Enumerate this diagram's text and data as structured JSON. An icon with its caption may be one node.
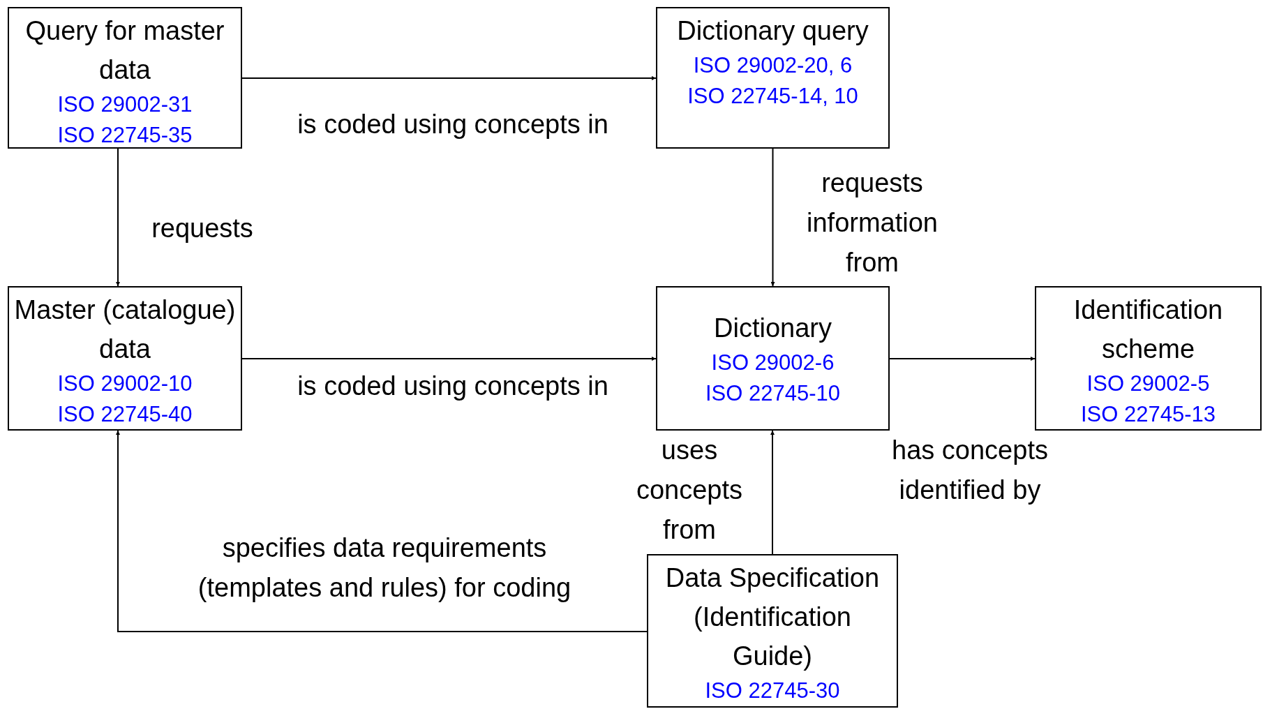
{
  "diagram": {
    "nodes": [
      {
        "text": [
          "Query for master data",
          "ISO 29002-31",
          "ISO 22745-35"
        ]
      },
      {
        "text": [
          "Dictionary query",
          "ISO 29002-20, 6",
          "ISO 22745-14, 10"
        ]
      },
      {
        "text": [
          "Master (catalogue) data",
          "ISO 29002-10",
          "ISO 22745-40"
        ]
      },
      {
        "text": [
          "Dictionary",
          "ISO 29002-6",
          "ISO 22745-10"
        ]
      },
      {
        "text": [
          "Identification scheme",
          "ISO 29002-5",
          "ISO 22745-13"
        ]
      },
      {
        "text": [
          "Data Specification (Identification Guide)",
          "ISO 22745-30"
        ]
      }
    ],
    "edges": [
      {
        "from": 0,
        "to": 1,
        "arrow": "to",
        "label": "is coded using concepts in"
      },
      {
        "from": 0,
        "to": 2,
        "arrow": "to",
        "label": "requests"
      },
      {
        "from": 1,
        "to": 3,
        "arrow": "to",
        "label": "requests information from"
      },
      {
        "from": 2,
        "to": 3,
        "arrow": "to",
        "label": "is coded using concepts in"
      },
      {
        "from": 3,
        "to": 4,
        "arrow": "to",
        "label": "has concepts identified by"
      },
      {
        "from": 5,
        "to": 3,
        "arrow": "to",
        "label": "uses concepts from"
      },
      {
        "from": 5,
        "to": 2,
        "arrow": "to",
        "label": "specifies data requirements (templates and rules) for coding"
      }
    ]
  }
}
